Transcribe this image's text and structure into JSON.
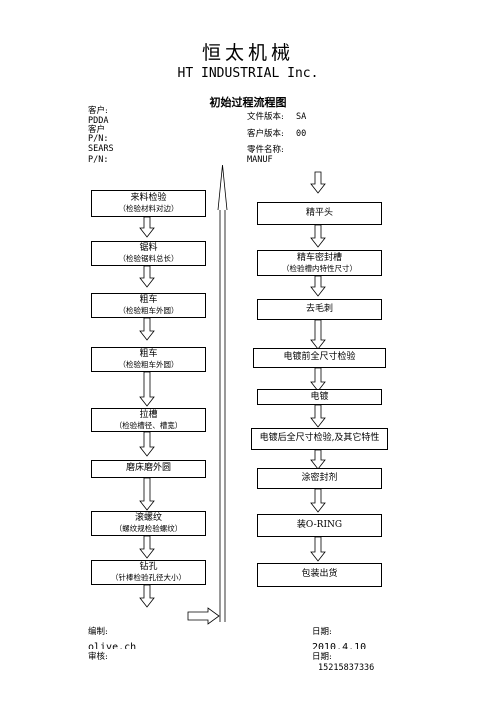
{
  "header": {
    "company_cn": "恒太机械",
    "company_en": "HT INDUSTRIAL Inc.",
    "doc_title": "初始过程流程图"
  },
  "info": {
    "customer_label": "客户:",
    "customer_value": "PDDA",
    "customer_pn_label": "客户",
    "customer_pn_label2": "P/N:",
    "customer_pn_value": "SEARS",
    "pn_label": "P/N:",
    "file_version_label": "文件版本:",
    "file_version_value": "SA",
    "customer_version_label": "客户版本:",
    "customer_version_value": "00",
    "part_name_label": "零件名称:",
    "part_name_value": "MANUF"
  },
  "left_steps": [
    {
      "title": "来料检验",
      "sub": "（检验材料对边）"
    },
    {
      "title": "锯料",
      "sub": "（检验锯料总长）"
    },
    {
      "title": "粗车",
      "sub": "（检验粗车外圆）"
    },
    {
      "title": "粗车",
      "sub": "（检验粗车外圆）"
    },
    {
      "title": "拉槽",
      "sub": "（检验槽径、槽宽）"
    },
    {
      "title": "磨床磨外圆",
      "sub": ""
    },
    {
      "title": "滚螺纹",
      "sub": "（螺纹规检验螺纹）"
    },
    {
      "title": "钻孔",
      "sub": "（针棒检验孔径大小）"
    }
  ],
  "right_steps": [
    {
      "title": "精平头",
      "sub": ""
    },
    {
      "title": "精车密封槽",
      "sub": "（检验槽内特性尺寸）"
    },
    {
      "title": "去毛刺",
      "sub": ""
    },
    {
      "title": "电镀前全尺寸检验",
      "sub": ""
    },
    {
      "title": "电镀",
      "sub": ""
    },
    {
      "title": "电镀后全尺寸检验,及其它特性",
      "sub": ""
    },
    {
      "title": "涂密封剂",
      "sub": ""
    },
    {
      "title": "装O-RING",
      "sub": ""
    },
    {
      "title": "包装出货",
      "sub": ""
    }
  ],
  "footer": {
    "prepared_label": "编制:",
    "prepared_value": "olive.ch",
    "date_label": "日期:",
    "date_value": "2010.4.10",
    "reviewed_label": "审核:",
    "date2_label": "日期:",
    "phone": "15215837336"
  }
}
